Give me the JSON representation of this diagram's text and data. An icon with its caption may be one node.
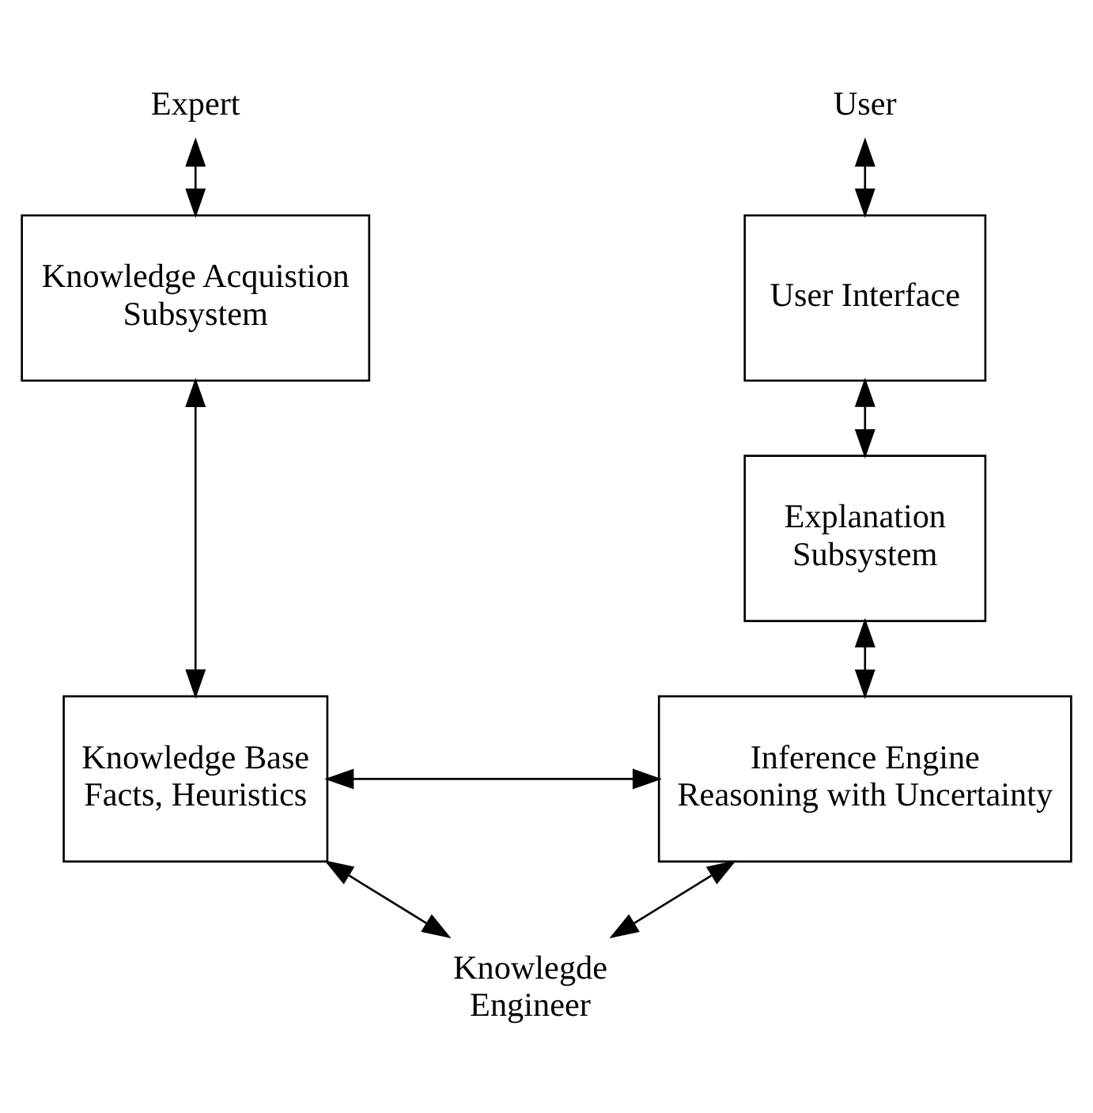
{
  "diagram": {
    "nodes": [
      {
        "text": [
          "Expert"
        ]
      },
      {
        "text": [
          "Knowledge Acquistion Subsystem"
        ]
      },
      {
        "text": [
          "User"
        ]
      },
      {
        "text": [
          "User Interface"
        ]
      },
      {
        "text": [
          "Explanation Subsystem"
        ]
      },
      {
        "text": [
          "Knowledge Base",
          "Facts, Heuristics"
        ]
      },
      {
        "text": [
          "Inference Engine",
          "Reasoning with Uncertainty"
        ]
      },
      {
        "text": [
          "Knowlegde Engineer"
        ]
      }
    ],
    "edges": [
      {
        "from": 0,
        "to": 1,
        "arrow": "both"
      },
      {
        "from": 1,
        "to": 5,
        "arrow": "both"
      },
      {
        "from": 2,
        "to": 3,
        "arrow": "both"
      },
      {
        "from": 3,
        "to": 4,
        "arrow": "both"
      },
      {
        "from": 4,
        "to": 6,
        "arrow": "both"
      },
      {
        "from": 5,
        "to": 6,
        "arrow": "both"
      },
      {
        "from": 5,
        "to": 7,
        "arrow": "both"
      },
      {
        "from": 6,
        "to": 7,
        "arrow": "both"
      }
    ]
  }
}
